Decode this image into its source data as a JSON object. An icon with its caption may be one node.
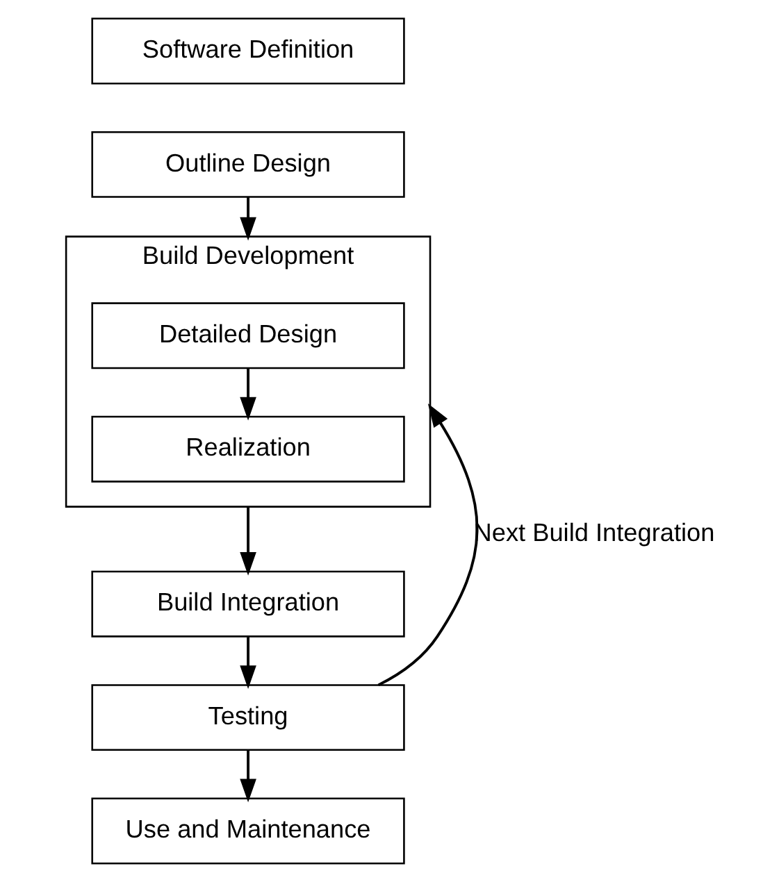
{
  "diagram": {
    "nodes": [
      {
        "text": [
          "Software Definition"
        ]
      },
      {
        "text": [
          "Outline Design"
        ]
      },
      {
        "text": [
          "Build Development"
        ]
      },
      {
        "text": [
          "Detailed Design"
        ],
        "in": 2
      },
      {
        "text": [
          "Realization"
        ],
        "in": 2
      },
      {
        "text": [
          "Build Integration"
        ]
      },
      {
        "text": [
          "Testing"
        ]
      },
      {
        "text": [
          "Use and Maintenance"
        ]
      }
    ],
    "edges": [
      {
        "from": 1,
        "to": 2,
        "arrow": "to"
      },
      {
        "from": 3,
        "to": 4,
        "arrow": "to"
      },
      {
        "from": 2,
        "to": 5,
        "arrow": "to"
      },
      {
        "from": 5,
        "to": 6,
        "arrow": "to"
      },
      {
        "from": 6,
        "to": 7,
        "arrow": "to"
      },
      {
        "from": 6,
        "to": 2,
        "arrow": "to",
        "label": "Next Build Integration"
      }
    ]
  }
}
